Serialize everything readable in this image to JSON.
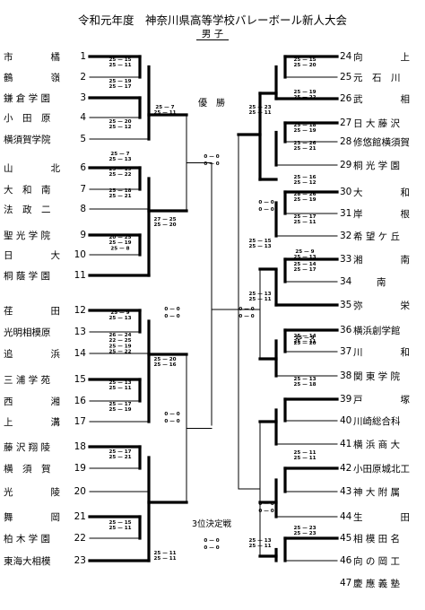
{
  "title": "令和元年度　神奈川県高等学校バレーボール新人大会",
  "subtitle": "男 子",
  "champion_label": "優　勝",
  "third_place_label": "3位決定戦",
  "left_teams": [
    {
      "no": "1",
      "name": "市　　　　橘"
    },
    {
      "no": "2",
      "name": "鶴　　　　嶺"
    },
    {
      "no": "3",
      "name": "鎌 倉 学 園"
    },
    {
      "no": "4",
      "name": "小　田　原"
    },
    {
      "no": "5",
      "name": "横須賀学院"
    },
    {
      "no": "6",
      "name": "山　　　　北"
    },
    {
      "no": "7",
      "name": "大　和　南"
    },
    {
      "no": "8",
      "name": "法　政　二"
    },
    {
      "no": "9",
      "name": "聖 光 学 院"
    },
    {
      "no": "10",
      "name": "日　　　　大"
    },
    {
      "no": "11",
      "name": "桐 蔭 学 園"
    },
    {
      "no": "12",
      "name": "荏　　　　田"
    },
    {
      "no": "13",
      "name": "光明相模原"
    },
    {
      "no": "14",
      "name": "追　　　　浜"
    },
    {
      "no": "15",
      "name": "三 浦 学 苑"
    },
    {
      "no": "16",
      "name": "西　　　　湘"
    },
    {
      "no": "17",
      "name": "上　　　　溝"
    },
    {
      "no": "18",
      "name": "藤 沢 翔 陵"
    },
    {
      "no": "19",
      "name": "横　須　賀"
    },
    {
      "no": "20",
      "name": "光　　　　陵"
    },
    {
      "no": "21",
      "name": "舞　　　　岡"
    },
    {
      "no": "22",
      "name": "柏 木 学 園"
    },
    {
      "no": "23",
      "name": "東海大相模"
    }
  ],
  "right_teams": [
    {
      "no": "24",
      "name": "向　　　　上"
    },
    {
      "no": "25",
      "name": "元　石　川"
    },
    {
      "no": "26",
      "name": "武　　　　相"
    },
    {
      "no": "27",
      "name": "日 大 藤 沢"
    },
    {
      "no": "28",
      "name": "修悠館横須賀"
    },
    {
      "no": "29",
      "name": "桐 光 学 園"
    },
    {
      "no": "30",
      "name": "大　　　　和"
    },
    {
      "no": "31",
      "name": "岸　　　　根"
    },
    {
      "no": "32",
      "name": "希 望 ケ 丘"
    },
    {
      "no": "33",
      "name": "湘　　　　南"
    },
    {
      "no": "34",
      "name": "南"
    },
    {
      "no": "35",
      "name": "弥　　　　栄"
    },
    {
      "no": "36",
      "name": "横浜創学館"
    },
    {
      "no": "37",
      "name": "川　　　　和"
    },
    {
      "no": "38",
      "name": "関 東 学 院"
    },
    {
      "no": "39",
      "name": "戸　　　　塚"
    },
    {
      "no": "40",
      "name": "川崎総合科"
    },
    {
      "no": "41",
      "name": "横 浜 商 大"
    },
    {
      "no": "42",
      "name": "小田原城北工"
    },
    {
      "no": "43",
      "name": "神 大 附 属"
    },
    {
      "no": "44",
      "name": "生　　　　田"
    },
    {
      "no": "45",
      "name": "相 模 田 名"
    },
    {
      "no": "46",
      "name": "向 の 岡 工"
    },
    {
      "no": "47",
      "name": "慶 應 義 塾"
    }
  ],
  "left_r1_scores": [
    [
      "25 — 15",
      "25 — 11"
    ],
    [
      "25 — 19",
      "25 — 17"
    ],
    [
      "25 — 20",
      "25 — 12"
    ],
    [
      "25 — 7",
      "25 — 13"
    ],
    [
      "25 — 19",
      "25 — 22"
    ],
    [
      "25 — 18",
      "25 — 21"
    ],
    [
      "20 — 25",
      "25 — 19",
      "25 — 8"
    ],
    [
      "25 — 9",
      "25 — 13"
    ],
    [
      "26 — 24",
      "22 — 25",
      "25 — 19",
      "25 — 22"
    ],
    [
      "25 — 13",
      "25 — 11"
    ],
    [
      "25 — 17",
      "25 — 19"
    ],
    [
      "25 — 17",
      "25 — 21"
    ],
    [
      "25 — 15",
      "25 — 11"
    ]
  ],
  "left_r2_scores": [
    [
      "25 — 7",
      "25 — 11"
    ],
    [
      "27 — 25",
      "25 — 20"
    ],
    [
      "25 — 20",
      "25 — 16"
    ],
    [
      "25 — 11",
      "25 — 11"
    ]
  ],
  "right_r1_scores": [
    [
      "25 — 15",
      "25 — 20"
    ],
    [
      "25 — 19",
      "25 — 22"
    ],
    [
      "25 — 18",
      "25 — 19"
    ],
    [
      "23 — 26",
      "25 — 21"
    ],
    [
      "25 — 16",
      "25 — 12"
    ],
    [
      "28 — 26",
      "25 — 19"
    ],
    [
      "25 — 17",
      "25 — 11"
    ],
    [
      "25 — 9",
      "25 — 13"
    ],
    [
      "25 — 14",
      "25 — 17"
    ],
    [
      "25 — 14",
      "25 — 11"
    ],
    [
      "25 — 23",
      "25 — 23"
    ]
  ],
  "right_r2_scores": [
    [
      "25 — 23",
      "25 — 11"
    ],
    [
      "25 — 15",
      "25 — 13"
    ],
    [
      "25 — 13",
      "25 — 11"
    ],
    [
      "25 — 13",
      "25 — 11"
    ]
  ],
  "right_r2b_scores": [
    [
      "25 — 9",
      "25 — 20"
    ],
    [
      "25 — 13",
      "25 — 18"
    ],
    [
      "25 — 11",
      "25 — 11"
    ]
  ],
  "set_scores_blank": [
    "0 — 0",
    "0 — 0"
  ]
}
